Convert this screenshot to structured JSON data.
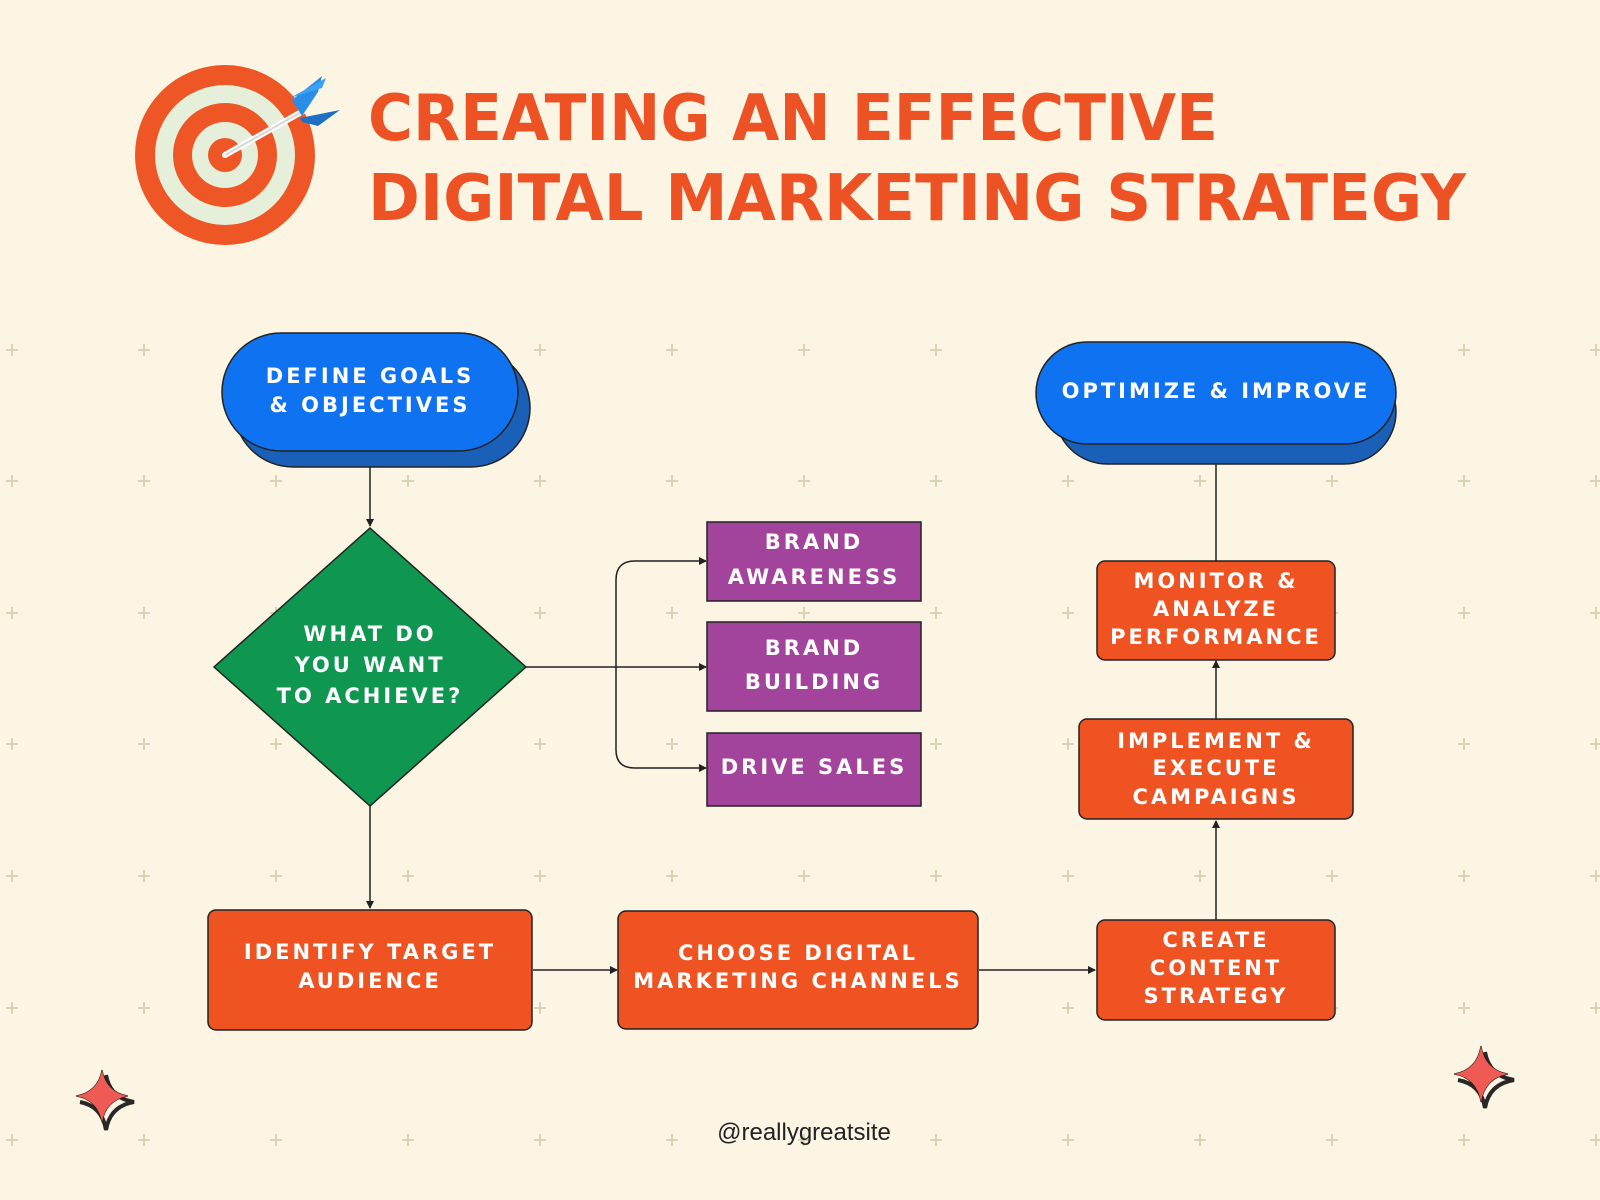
{
  "title": {
    "line1": "CREATING AN EFFECTIVE",
    "line2": "DIGITAL MARKETING STRATEGY"
  },
  "nodes": {
    "define_goals": {
      "line1": "DEFINE GOALS",
      "line2": "& OBJECTIVES"
    },
    "decision": {
      "line1": "WHAT DO",
      "line2": "YOU WANT",
      "line3": "TO ACHIEVE?"
    },
    "brand_awareness": {
      "line1": "BRAND",
      "line2": "AWARENESS"
    },
    "brand_building": {
      "line1": "BRAND",
      "line2": "BUILDING"
    },
    "drive_sales": {
      "line1": "DRIVE SALES"
    },
    "identify_audience": {
      "line1": "IDENTIFY TARGET",
      "line2": "AUDIENCE"
    },
    "choose_channels": {
      "line1": "CHOOSE DIGITAL",
      "line2": "MARKETING CHANNELS"
    },
    "content_strategy": {
      "line1": "CREATE",
      "line2": "CONTENT",
      "line3": "STRATEGY"
    },
    "implement": {
      "line1": "IMPLEMENT &",
      "line2": "EXECUTE",
      "line3": "CAMPAIGNS"
    },
    "monitor": {
      "line1": "MONITOR &",
      "line2": "ANALYZE",
      "line3": "PERFORMANCE"
    },
    "optimize": {
      "line1": "OPTIMIZE & IMPROVE"
    }
  },
  "footer": {
    "handle": "@reallygreatsite"
  },
  "icons": [
    "target-icon",
    "arrow-icon",
    "sparkle-icon"
  ],
  "colors": {
    "background": "#fdf5e4",
    "title": "#ec5224",
    "terminal_blue": "#0f72f0",
    "terminal_shadow": "#1a5fb8",
    "decision_green": "#0f9650",
    "option_purple": "#a3449c",
    "process_orange": "#ef5322",
    "target_red": "#ee5725",
    "target_cream": "#e6efd9",
    "arrow_blue": "#2a8ee8",
    "sparkle_red": "#f05a55",
    "grid_plus": "#ddd2b5",
    "line": "#222222",
    "node_text": "#ffffff"
  }
}
